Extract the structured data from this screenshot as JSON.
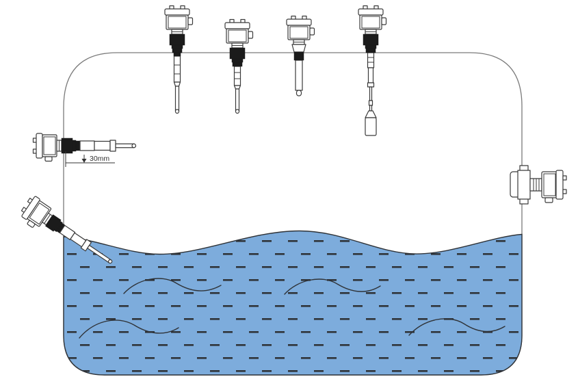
{
  "diagram": {
    "dimension_label": "30mm",
    "colors": {
      "background": "#ffffff",
      "liquid": "#7DACDC",
      "liquid-outline": "#2F3338",
      "tank-outline": "#7a7a7a",
      "sensor-outline": "#3A3A3A",
      "sensor-fill": "#ffffff",
      "fitting-dark": "#1B1B1B",
      "hatch": "#2F3338",
      "annotation": "#333333"
    },
    "tank": {
      "shape": "rounded-rectangle",
      "liquid": "partially-filled"
    },
    "sensors": [
      {
        "id": "top-rod-probe-1",
        "mount": "top",
        "probe": "long segmented rod"
      },
      {
        "id": "top-rod-probe-2",
        "mount": "top",
        "probe": "segmented rod"
      },
      {
        "id": "top-stub-probe",
        "mount": "top",
        "probe": "short thick stub"
      },
      {
        "id": "top-cable-probe",
        "mount": "top",
        "probe": "cable with cylindrical weight"
      },
      {
        "id": "side-rod-probe-left",
        "mount": "left wall horizontal",
        "probe": "rod",
        "annotation": "30mm"
      },
      {
        "id": "side-angled-probe-left",
        "mount": "left wall angled",
        "probe": "rod into liquid"
      },
      {
        "id": "side-flange-sensor-right",
        "mount": "right wall flange",
        "probe": "flush body"
      }
    ]
  }
}
